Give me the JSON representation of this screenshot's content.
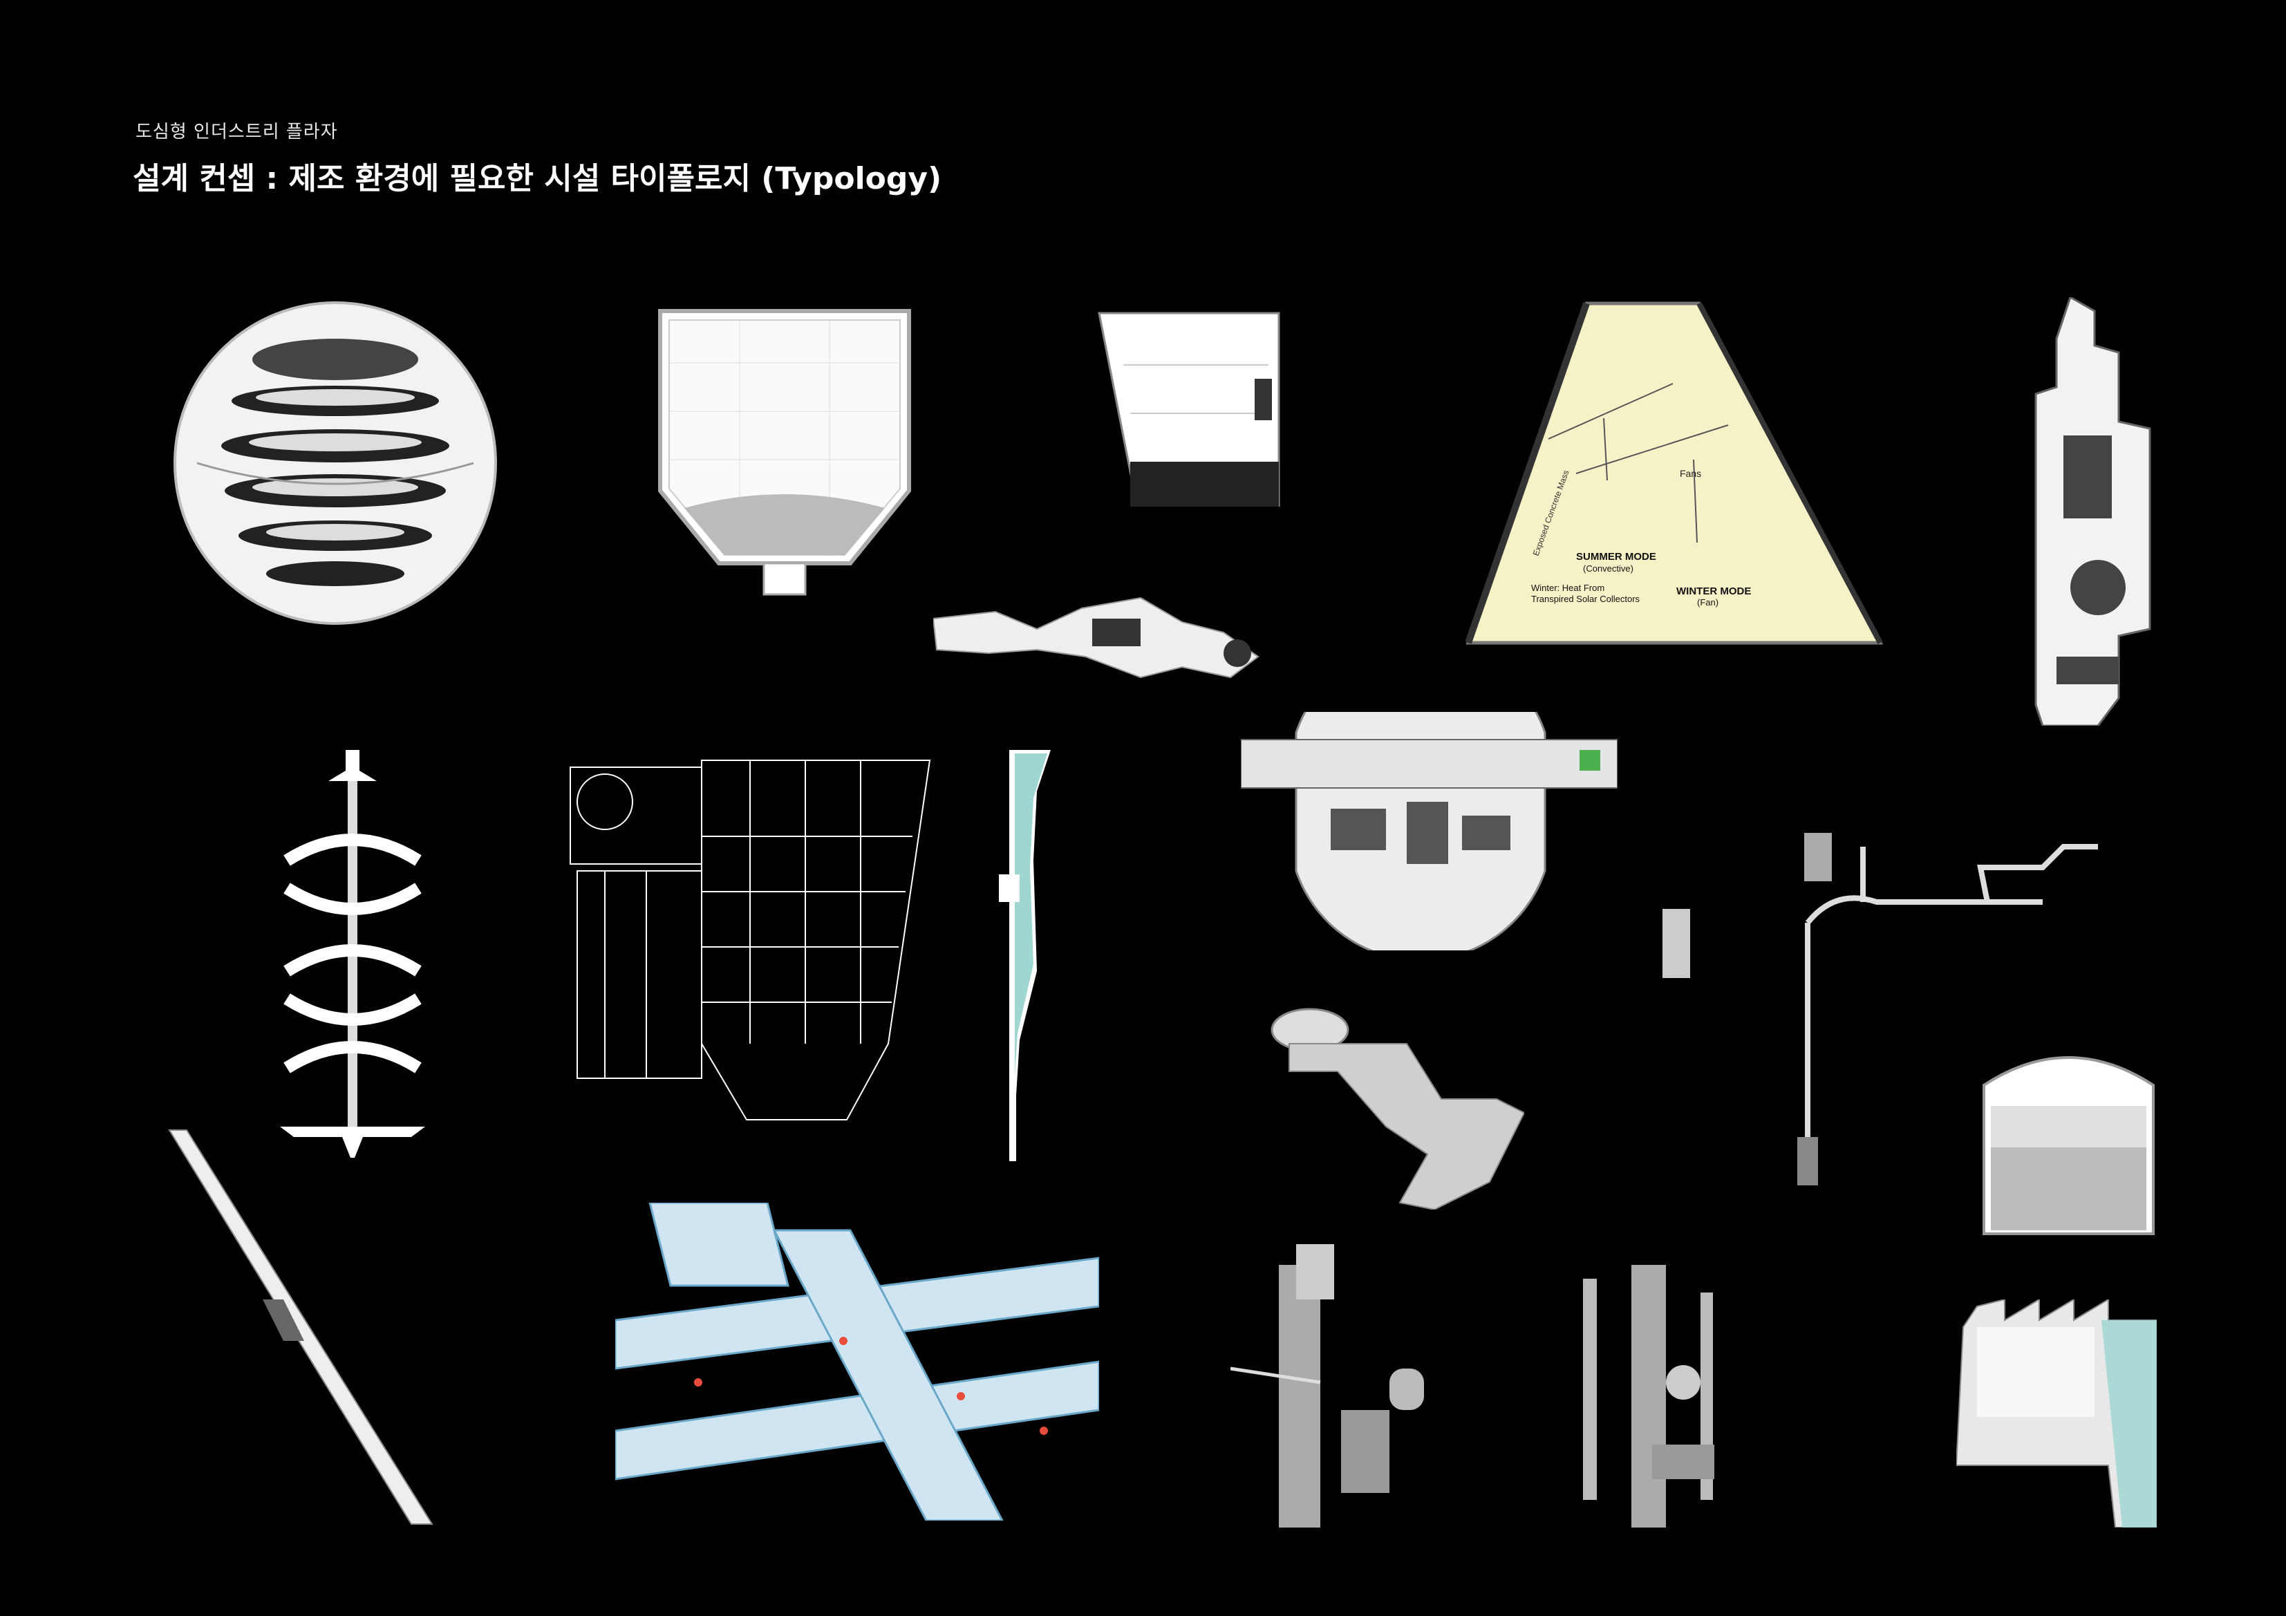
{
  "header": {
    "subtitle": "도심형 인더스트리 플라자",
    "title": "설계 컨셉 : 제조 환경에 필요한 시설 타이폴로지 (Typology)"
  },
  "annotations": {
    "summer_mode": "SUMMER MODE",
    "summer_sub": "(Convective)",
    "winter_mode": "WINTER MODE",
    "winter_sub": "(Fan)",
    "fans": "Fans",
    "winter_heat": "Winter: Heat From",
    "transpired": "Transpired Solar Collectors",
    "exposed_mass": "Exposed Concrete Mass"
  },
  "colors": {
    "background": "#000000",
    "panel": "#ffffff",
    "warm_light": "#f6f2c8",
    "water": "#9fd6d2",
    "tube": "#cfe6f2"
  }
}
